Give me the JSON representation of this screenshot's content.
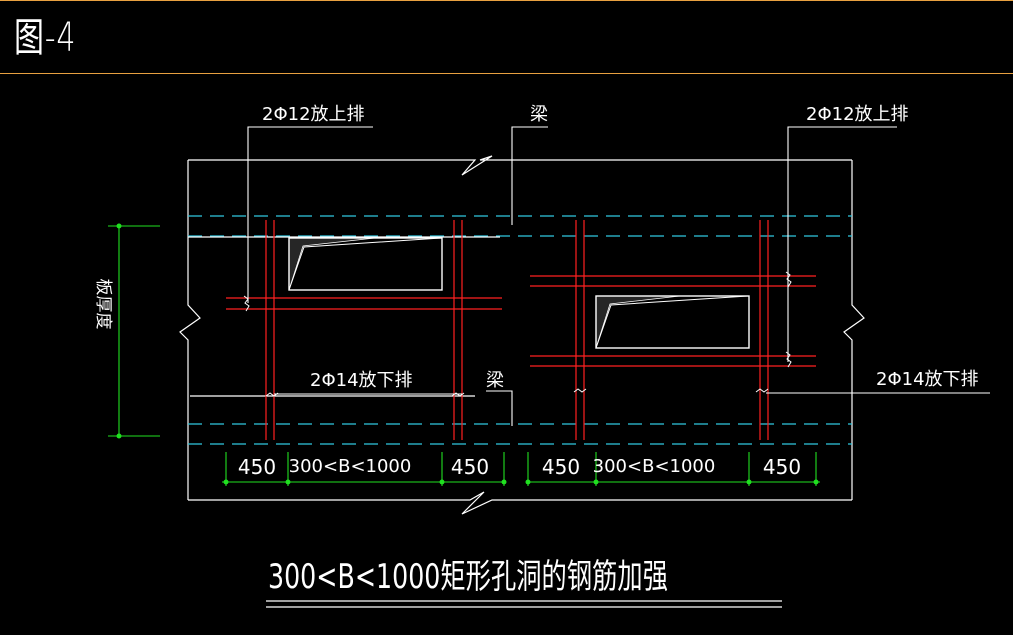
{
  "figure_label": "图-4",
  "callouts": {
    "top_left": "2Φ12放上排",
    "top_right": "2Φ12放上排",
    "bottom_left": "2Φ14放下排",
    "bottom_right": "2Φ14放下排",
    "beam_top": "梁",
    "beam_bottom": "梁",
    "slab_thickness": "板厚度"
  },
  "dimensions": {
    "left": [
      "450",
      "300<B<1000",
      "450"
    ],
    "right": [
      "450",
      "300<B<1000",
      "450"
    ]
  },
  "title": "300<B<1000矩形孔洞的钢筋加强",
  "colors": {
    "frame": "#ffffff",
    "rebar": "#ff2020",
    "dashed_slab_line": "#30c8e0",
    "dimension": "#20e020",
    "header_border": "#e8a040"
  }
}
